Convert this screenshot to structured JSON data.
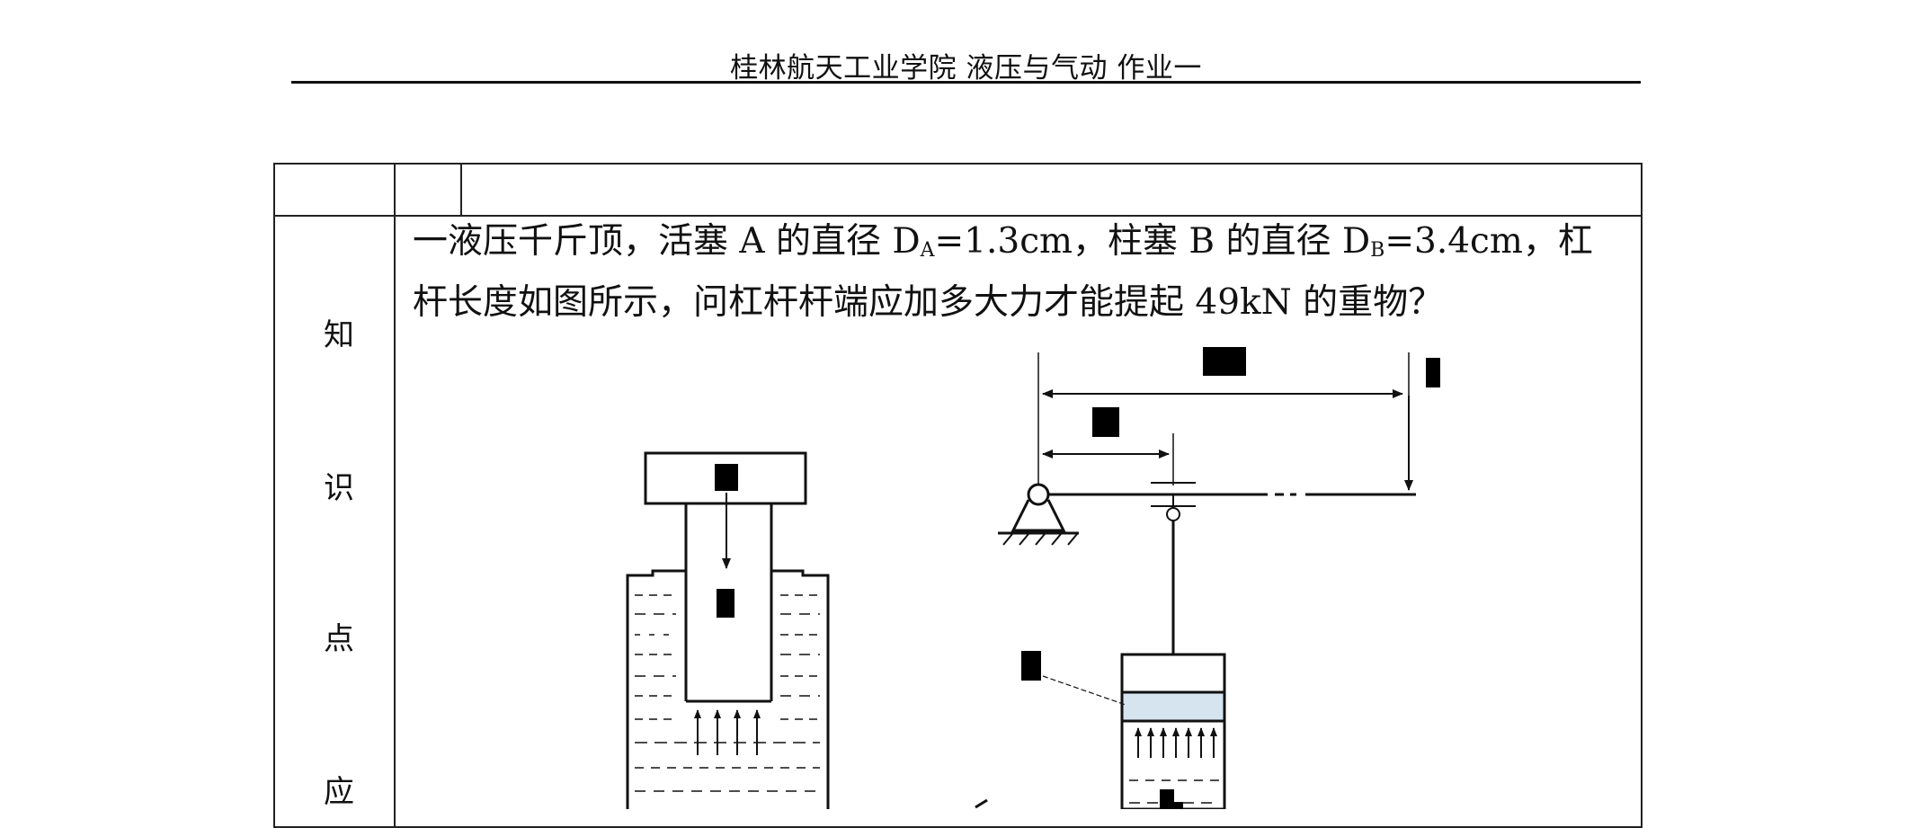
{
  "header": {
    "title": "桂林航天工业学院 液压与气动 作业一"
  },
  "side_label": {
    "chars": [
      "知",
      "识",
      "点",
      "应"
    ]
  },
  "problem": {
    "line1_pre": "一液压千斤顶，活塞 A 的直径 D",
    "line1_sub_a": "A",
    "line1_mid": "=1.3cm，柱塞 B 的直径 D",
    "line1_sub_b": "B",
    "line1_post": "=3.4cm，杠",
    "line2": "杆长度如图所示，问杠杆杆端应加多大力才能提起 49kN 的重物？"
  }
}
